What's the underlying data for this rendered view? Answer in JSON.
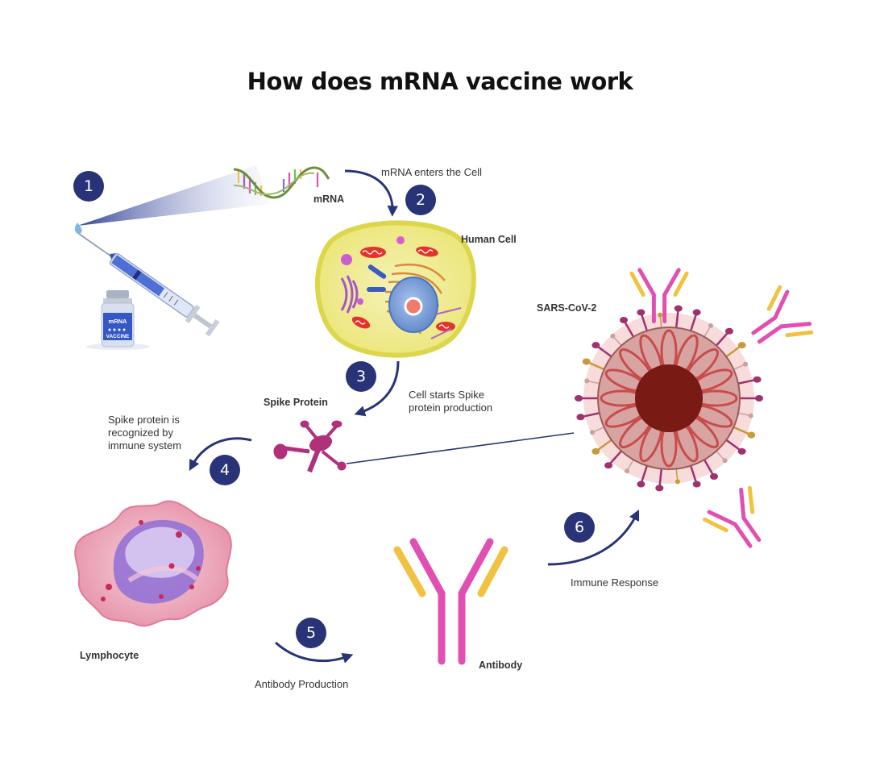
{
  "title": "How does mRNA vaccine work",
  "colors": {
    "step_badge": "#283477",
    "arrow": "#283477",
    "cell_membrane": "#e8e46a",
    "cell_fill": "#f1eea0",
    "nucleus": "#7a9fd6",
    "virus_outer": "#dba9a6",
    "virus_core": "#7a1a14",
    "spike": "#b0307a",
    "antibody_pink": "#e14fb3",
    "antibody_yellow": "#f0c240",
    "lymphocyte": "#e89aae",
    "syringe": "#3f63c8"
  },
  "steps": [
    {
      "number": "1"
    },
    {
      "number": "2",
      "caption": "mRNA enters the Cell"
    },
    {
      "number": "3",
      "caption_lines": [
        "Cell starts Spike",
        "protein production"
      ]
    },
    {
      "number": "4",
      "caption_lines": [
        "Spike protein is",
        "recognized by",
        "immune system"
      ]
    },
    {
      "number": "5",
      "caption": "Antibody Production"
    },
    {
      "number": "6",
      "caption": "Immune Response"
    }
  ],
  "labels": {
    "mrna": "mRNA",
    "human_cell": "Human Cell",
    "spike_protein": "Spike Protein",
    "sars": "SARS-CoV-2",
    "lymphocyte": "Lymphocyte",
    "antibody": "Antibody"
  },
  "vial": {
    "top_text": "mRNA",
    "bottom_text": "VACCINE"
  },
  "icons": [
    "syringe-icon",
    "vaccine-vial-icon",
    "mrna-helix-icon",
    "human-cell-icon",
    "spike-protein-icon",
    "lymphocyte-icon",
    "antibody-icon",
    "virus-icon"
  ]
}
